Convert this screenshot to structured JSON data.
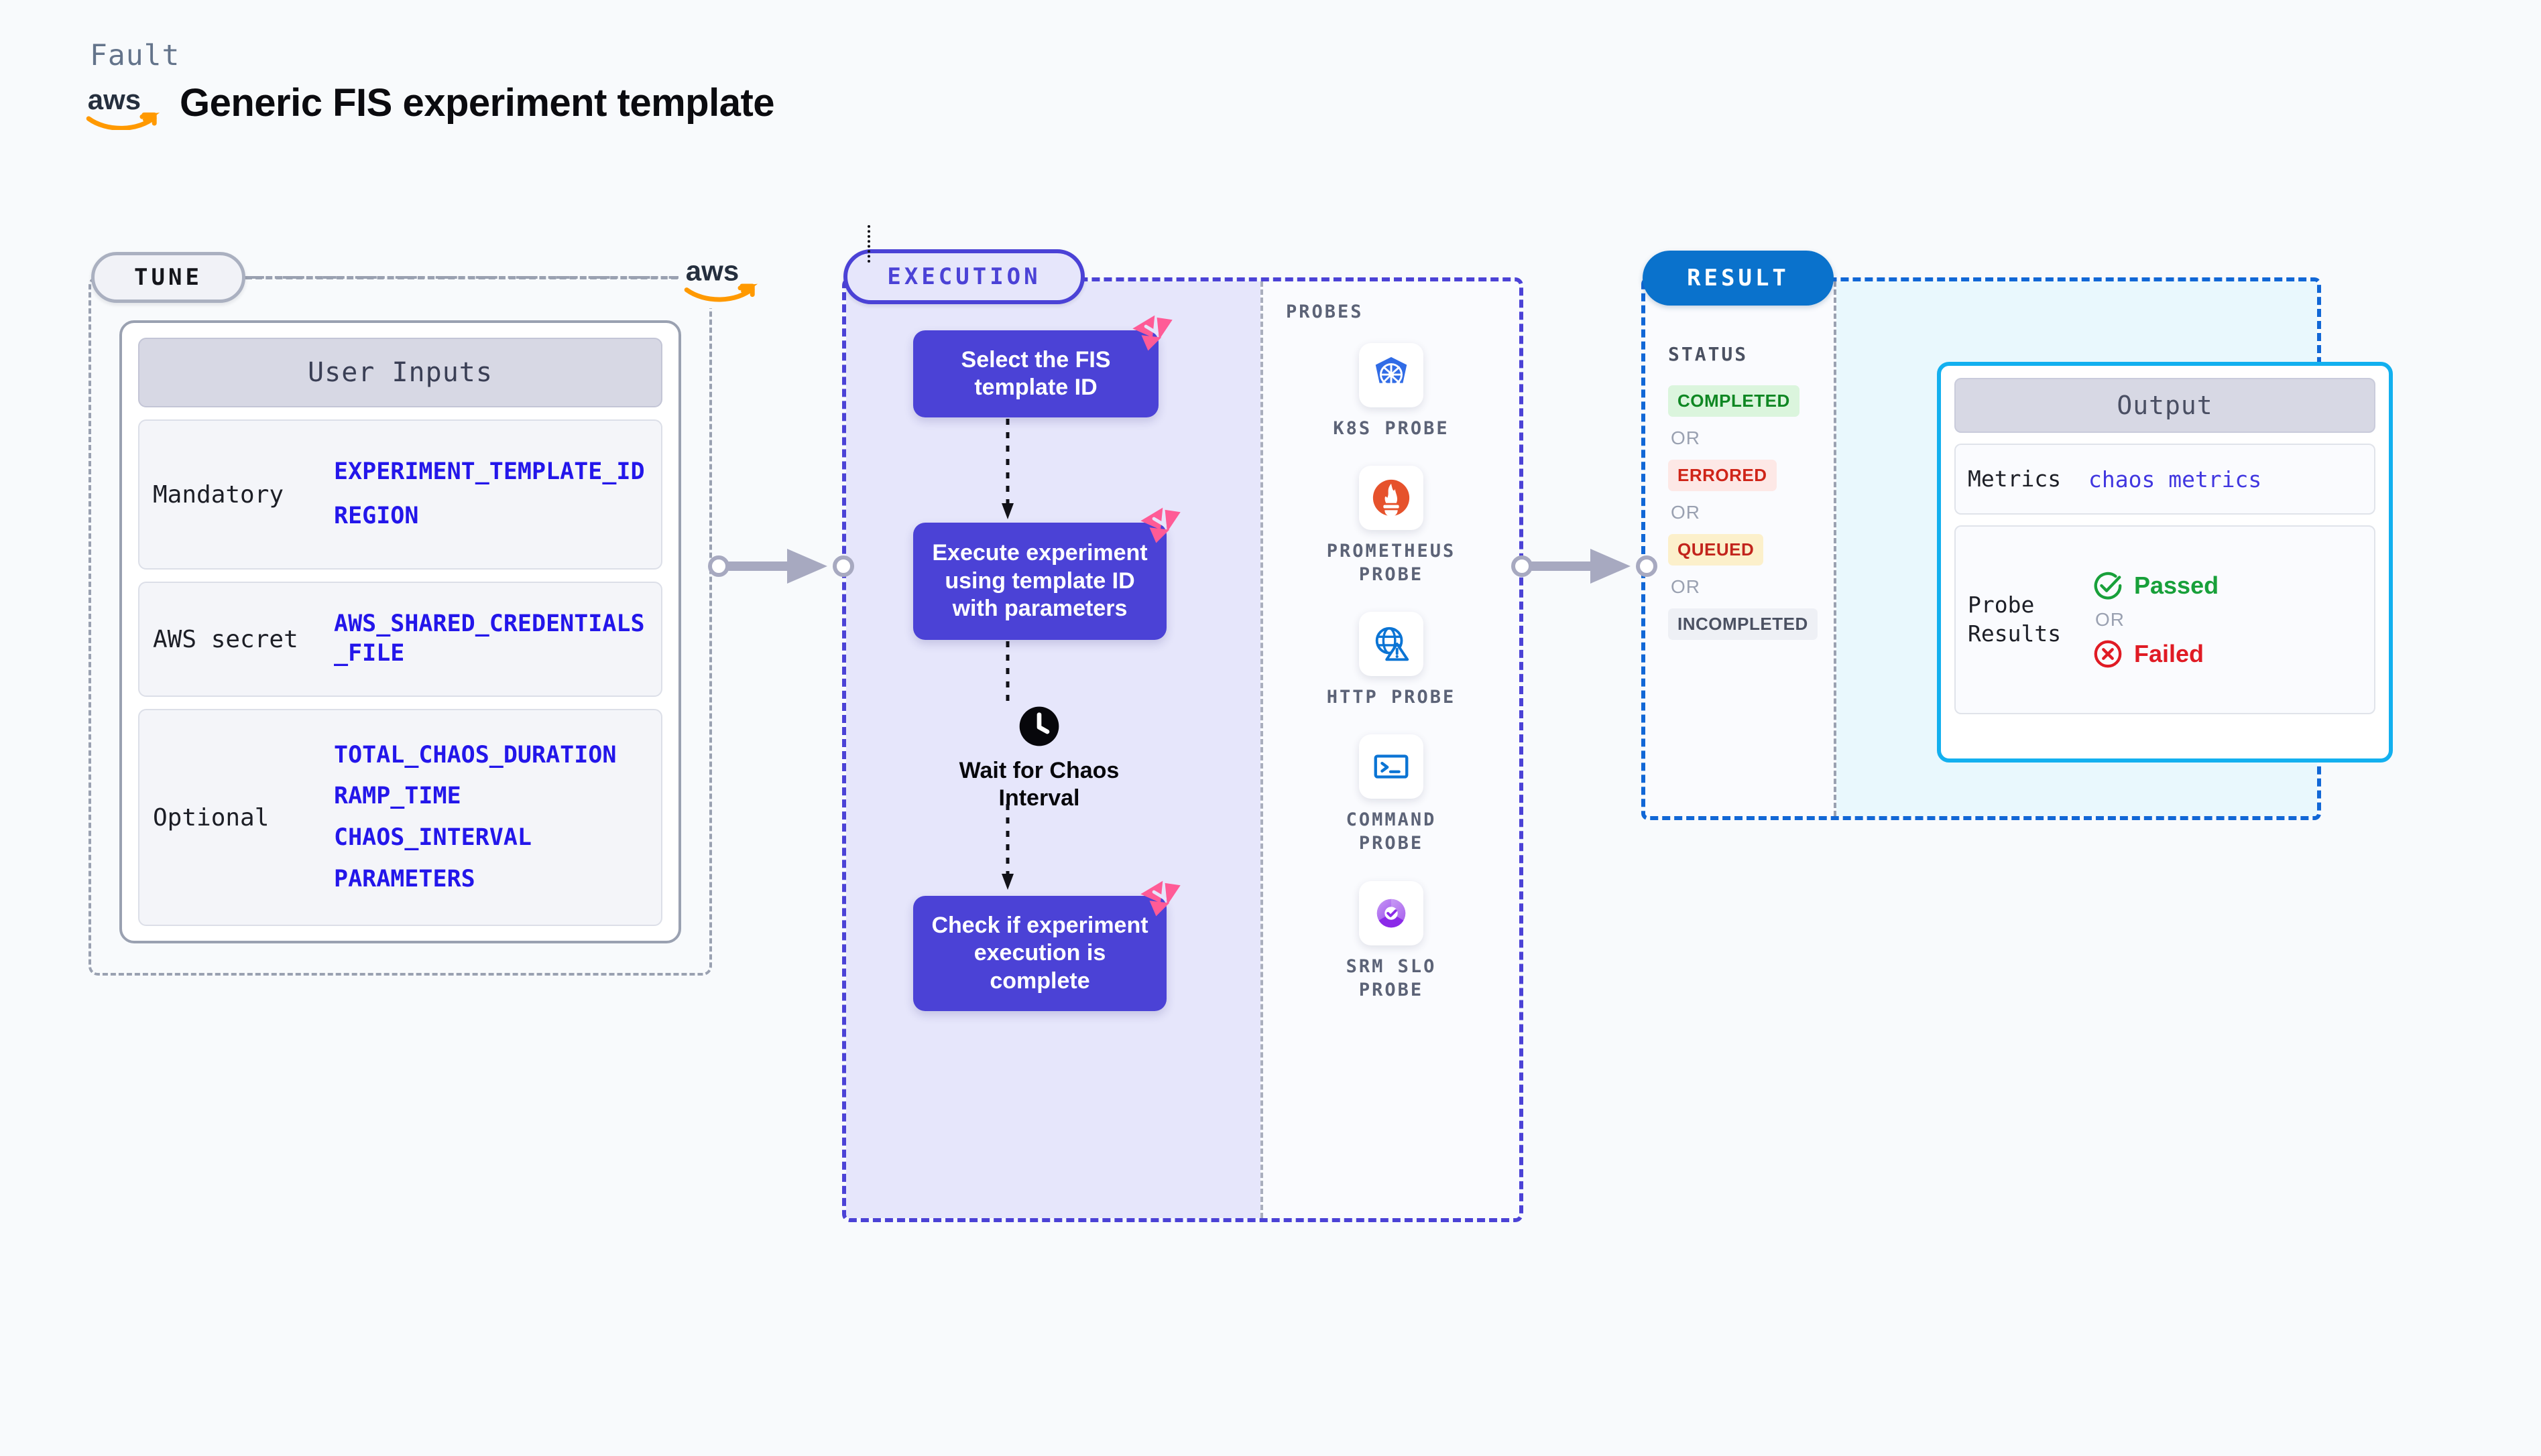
{
  "header": {
    "fault_label": "Fault",
    "title": "Generic FIS experiment template",
    "logo_name": "aws-logo"
  },
  "tune": {
    "pill_label": "TUNE",
    "card_title": "User Inputs",
    "groups": [
      {
        "label": "Mandatory",
        "values": [
          "EXPERIMENT_TEMPLATE_ID",
          "REGION"
        ]
      },
      {
        "label": "AWS secret",
        "values": [
          "AWS_SHARED_CREDENTIALS\n_FILE"
        ]
      },
      {
        "label": "Optional",
        "values": [
          "TOTAL_CHAOS_DURATION",
          "RAMP_TIME",
          "CHAOS_INTERVAL",
          "PARAMETERS"
        ]
      }
    ]
  },
  "execution": {
    "pill_label": "EXECUTION",
    "nodes": [
      {
        "label": "Select the FIS template ID",
        "badge": "litmus-flag-icon"
      },
      {
        "label": "Execute experiment using template ID with parameters",
        "badge": "litmus-flag-icon"
      },
      {
        "label": "Check if experiment execution is complete",
        "badge": "litmus-flag-icon"
      }
    ],
    "wait_step": {
      "icon": "clock-icon",
      "label": "Wait for Chaos Interval"
    }
  },
  "probes": {
    "title": "PROBES",
    "items": [
      {
        "name": "K8S PROBE",
        "icon": "kubernetes-icon"
      },
      {
        "name": "PROMETHEUS\nPROBE",
        "icon": "prometheus-icon"
      },
      {
        "name": "HTTP PROBE",
        "icon": "globe-warning-icon"
      },
      {
        "name": "COMMAND\nPROBE",
        "icon": "terminal-icon"
      },
      {
        "name": "SRM SLO\nPROBE",
        "icon": "srm-slo-icon"
      }
    ]
  },
  "result": {
    "pill_label": "RESULT",
    "status_title": "STATUS",
    "or_text": "OR",
    "statuses": [
      {
        "label": "COMPLETED",
        "style": "green"
      },
      {
        "label": "ERRORED",
        "style": "red"
      },
      {
        "label": "QUEUED",
        "style": "yellow"
      },
      {
        "label": "INCOMPLETED",
        "style": "gray"
      }
    ],
    "output": {
      "title": "Output",
      "metrics_label": "Metrics",
      "metrics_value": "chaos metrics",
      "probe_results_label": "Probe\nResults",
      "passed_label": "Passed",
      "failed_label": "Failed",
      "or_text": "OR"
    }
  },
  "colors": {
    "background": "#f8fafc",
    "execution_purple": "#4b42d6",
    "execution_fill": "#e6e6fb",
    "result_blue": "#1167d6",
    "result_fill": "#e9f8fd",
    "output_border": "#13b0ef",
    "var_blue": "#2316ea",
    "litmus_pink": "#ff5b96",
    "aws_orange": "#f90",
    "status_green": "#0f8723",
    "status_red": "#cf2418",
    "status_yellow": "#c2241c",
    "status_gray": "#4b5162"
  }
}
